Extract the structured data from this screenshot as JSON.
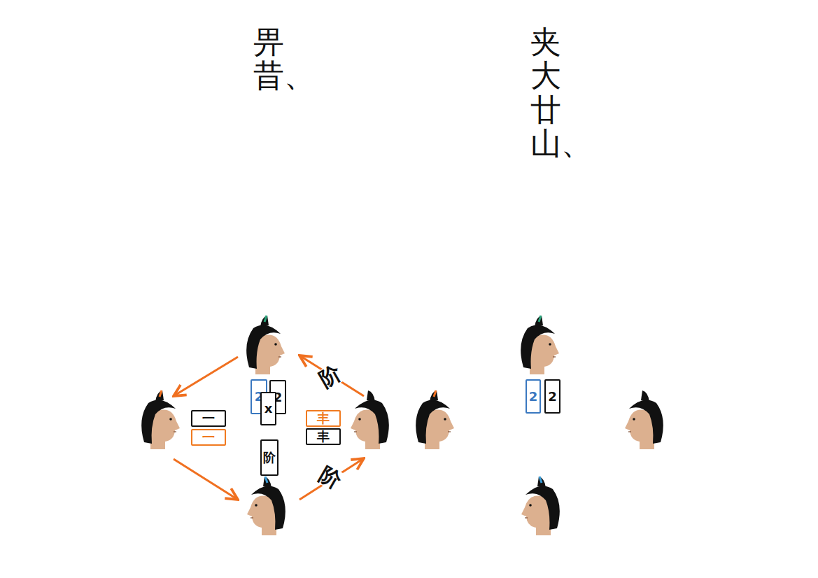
{
  "diagram": {
    "nodes": [
      {
        "text": [
          "一"
        ]
      },
      {
        "text": [
          "一"
        ]
      },
      {
        "text": [
          "2"
        ]
      },
      {
        "text": [
          "2"
        ]
      },
      {
        "text": [
          "x"
        ]
      },
      {
        "text": [
          "阶"
        ]
      },
      {
        "text": [
          "丰"
        ]
      },
      {
        "text": [
          "丰"
        ]
      },
      {
        "text": [
          "2"
        ]
      },
      {
        "text": [
          "2"
        ]
      }
    ],
    "labels": [
      "畀昔、",
      "夹大廿山、",
      "阶",
      "阶"
    ]
  }
}
